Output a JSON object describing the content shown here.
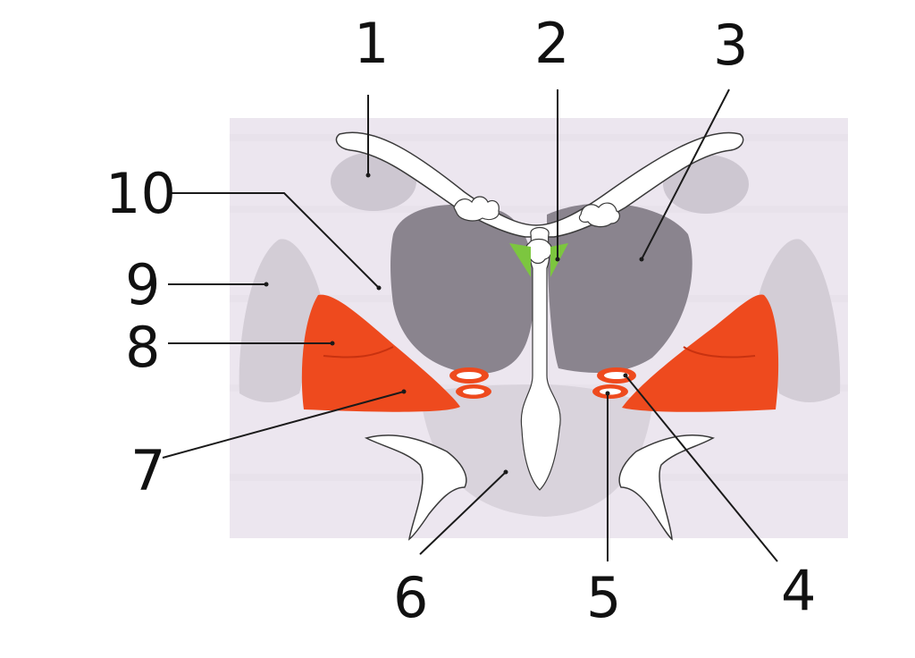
{
  "labels": {
    "l1": "1",
    "l2": "2",
    "l3": "3",
    "l4": "4",
    "l5": "5",
    "l6": "6",
    "l7": "7",
    "l8": "8",
    "l9": "9",
    "l10": "10"
  },
  "colors": {
    "background_panel": "#ece6ef",
    "structure_dark": "#8a848e",
    "structure_mid": "#b7b1bb",
    "structure_light": "#d8d2db",
    "ventricle_white": "#ffffff",
    "highlight_red": "#ee4a1e",
    "highlight_green": "#7cc63f",
    "outline": "#3a3a3a"
  }
}
